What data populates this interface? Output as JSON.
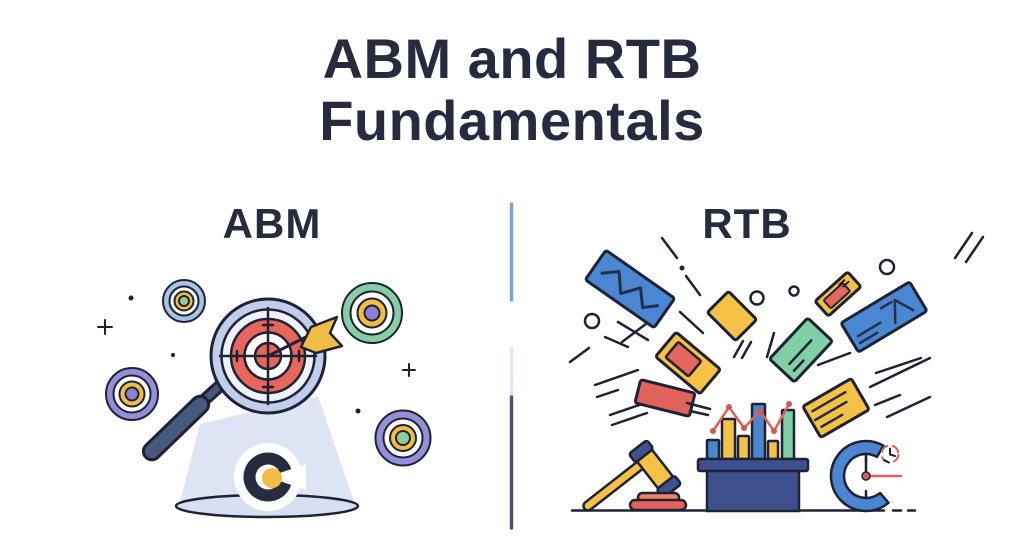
{
  "title": {
    "line1": "ABM and RTB",
    "line2": "Fundamentals"
  },
  "sections": {
    "abm": {
      "label": "ABM",
      "icons": [
        "magnifier-icon",
        "target-bullseye-icon",
        "dart-icon",
        "spotlight-beam",
        "brand-c-logo",
        "mini-bullseye-icons",
        "plus-marks",
        "dot-accents"
      ]
    },
    "rtb": {
      "label": "RTB",
      "icons": [
        "ad-card-icons",
        "speed-lines",
        "bubble-circles",
        "gavel-icon",
        "auction-podium-icon",
        "bar-chart-icon",
        "trend-line",
        "stopwatch-icon",
        "mini-clock-icon",
        "ground-line"
      ]
    }
  },
  "colors": {
    "text_navy": "#262b3f",
    "outline": "#1e2235",
    "blue": "#4a86d2",
    "yellow": "#f5c245",
    "red": "#e2635b",
    "green": "#7fd0a4",
    "purple": "#958ed8",
    "periwinkle_rim": "#c2cdec",
    "beam_blue": "#dde4f4",
    "navy_fill": "#3e508e",
    "divider_blue": "#79a8d8",
    "divider_dark": "#4a5670"
  }
}
